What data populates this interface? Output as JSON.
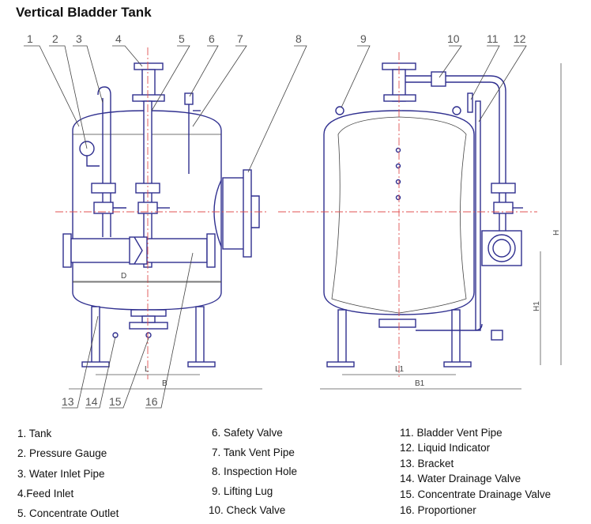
{
  "title": "Vertical Bladder Tank",
  "callouts": [
    "1",
    "2",
    "3",
    "4",
    "5",
    "6",
    "7",
    "8",
    "9",
    "10",
    "11",
    "12",
    "13",
    "14",
    "15",
    "16"
  ],
  "dimensions": {
    "d": "D",
    "l": "L",
    "b": "B",
    "l1": "L1",
    "b1": "B1",
    "h": "H",
    "h1": "H1"
  },
  "legend": {
    "col1": [
      "1. Tank",
      "2. Pressure Gauge",
      "3. Water Inlet Pipe",
      "4.Feed Inlet",
      "5. Concentrate Outlet"
    ],
    "col2": [
      "6. Safety Valve",
      "7. Tank Vent Pipe",
      "8. Inspection Hole",
      "9. Lifting Lug",
      "10. Check Valve"
    ],
    "col3": [
      "11. Bladder Vent Pipe",
      "12. Liquid Indicator",
      "13. Bracket",
      "14. Water Drainage Valve",
      "15. Concentrate Drainage Valve",
      "16. Proportioner"
    ]
  },
  "colors": {
    "outline": "#2f2f8f",
    "centerline": "#e05050",
    "leader": "#444444"
  }
}
